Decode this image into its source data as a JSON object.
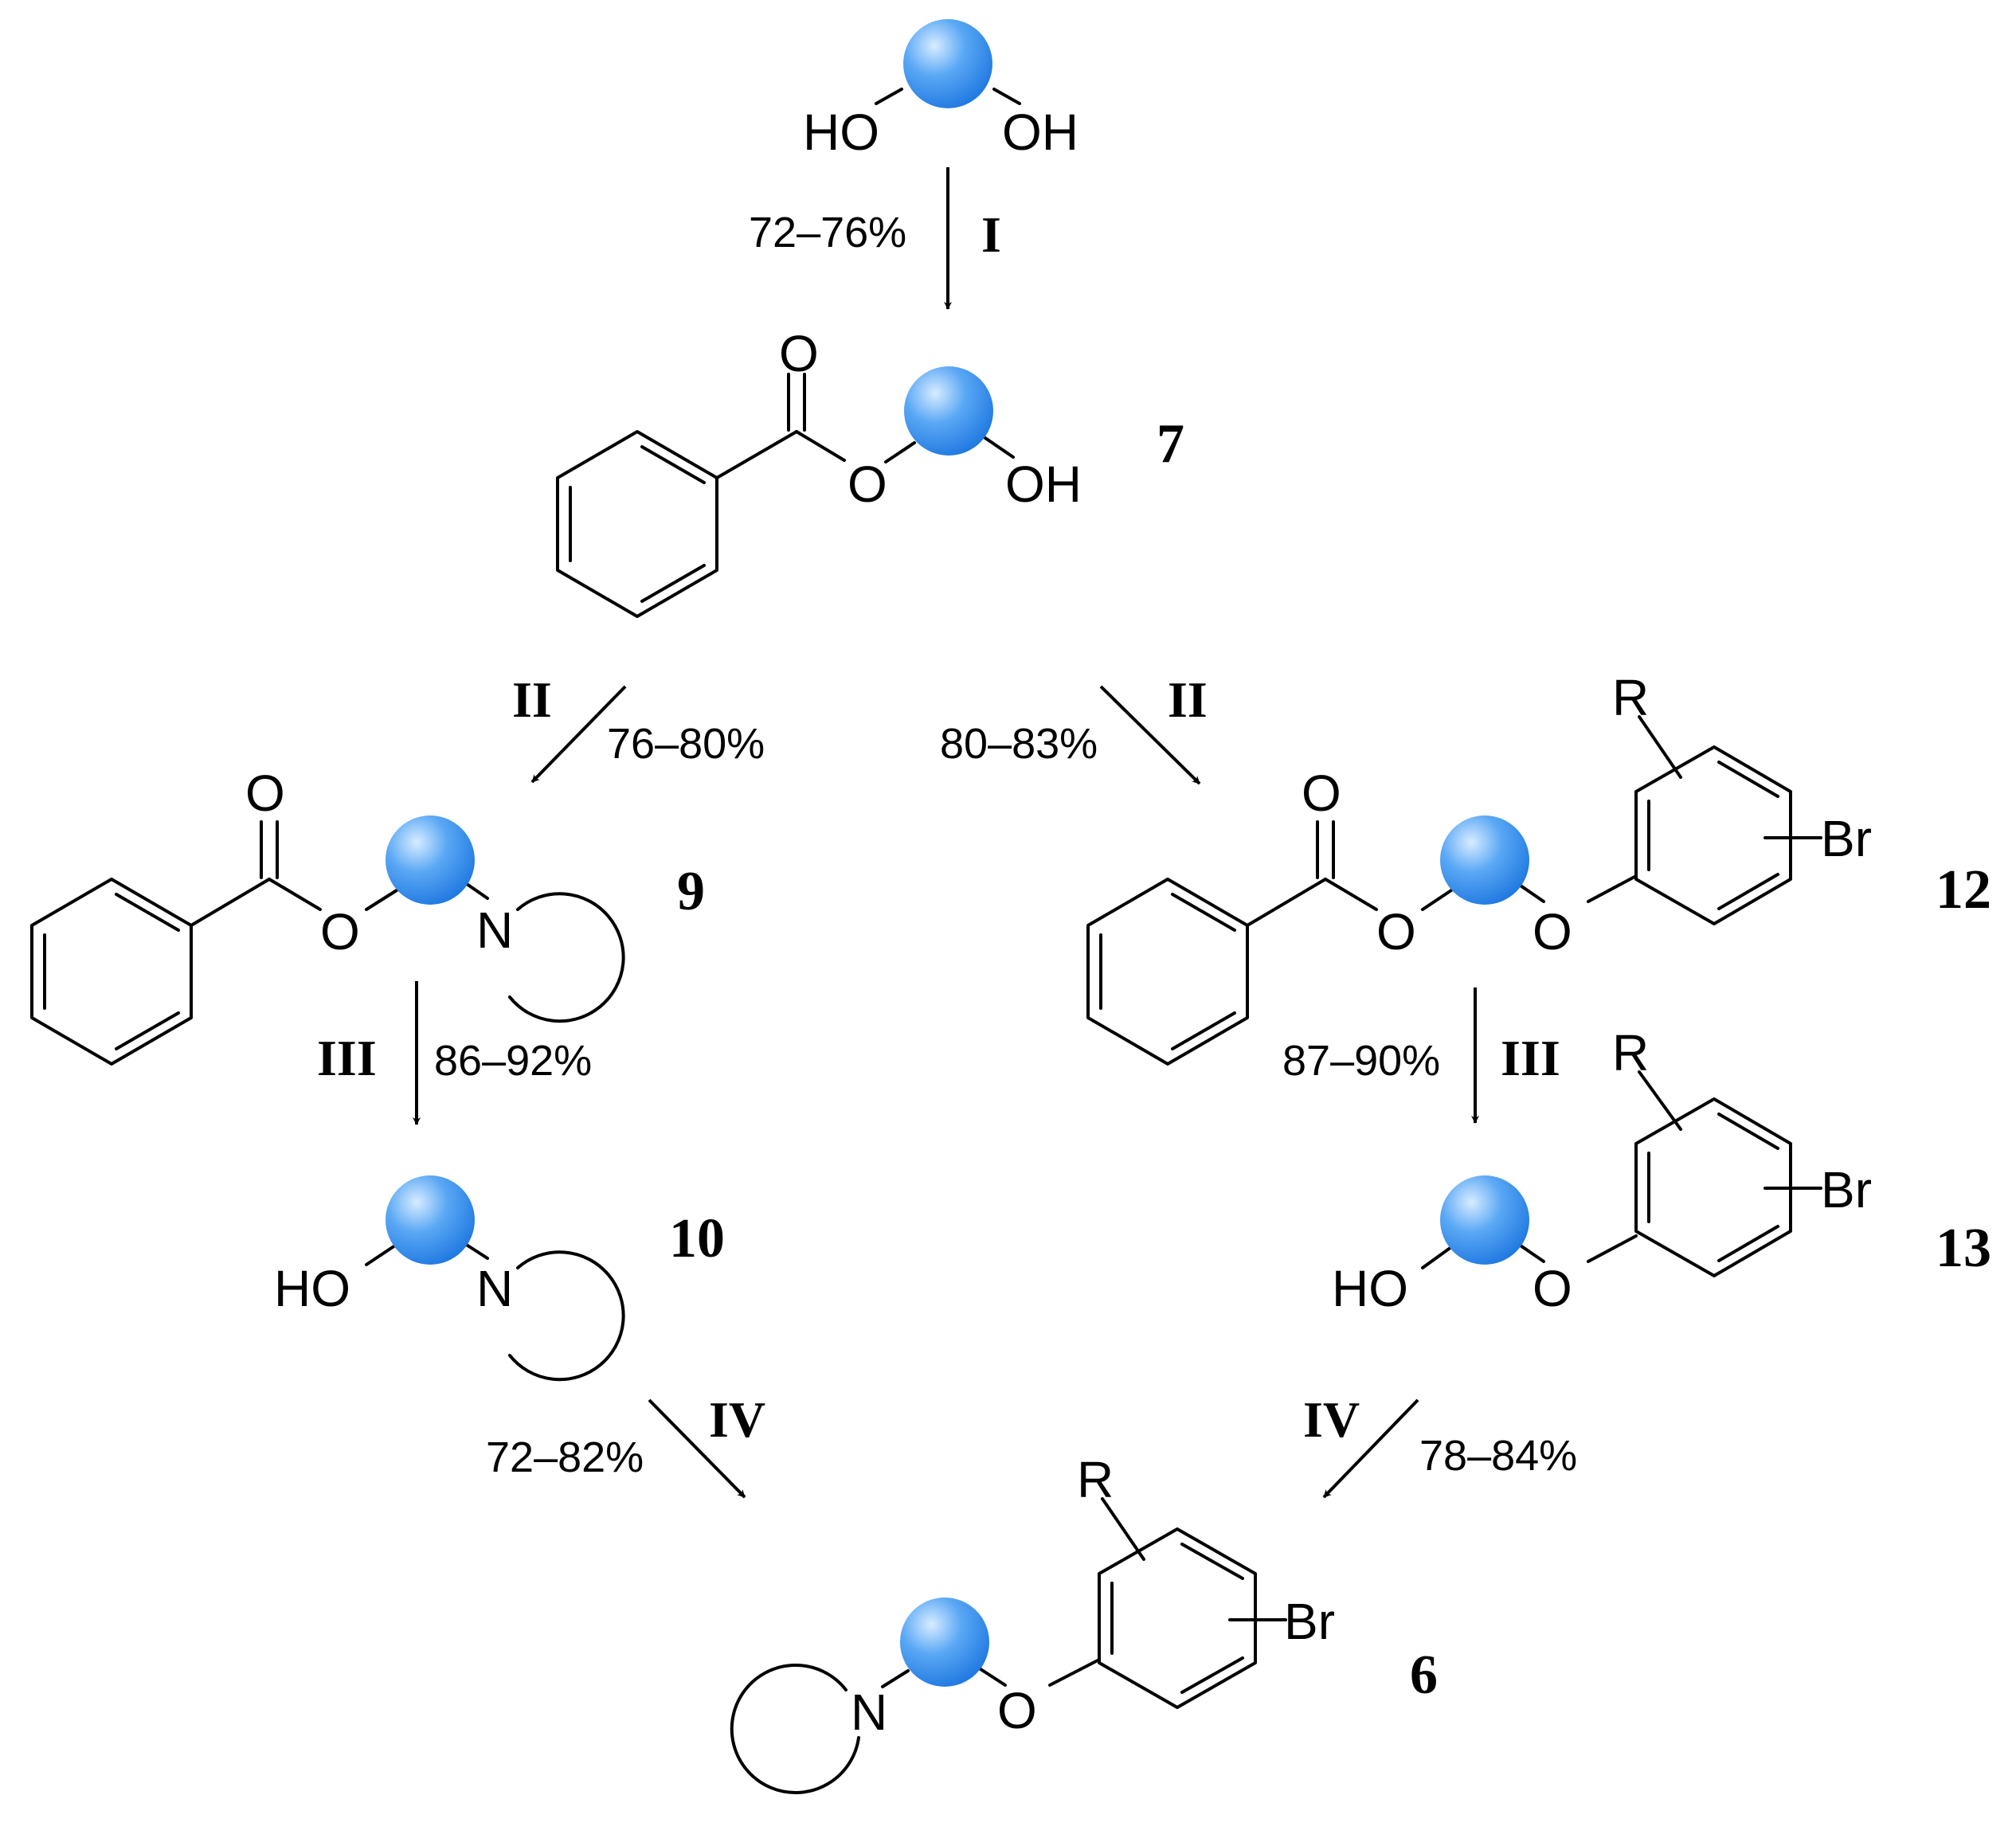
{
  "atoms": {
    "HO": "HO",
    "OH": "OH",
    "O": "O",
    "N": "N",
    "R": "R",
    "Br": "Br"
  },
  "compounds": {
    "c7": "7",
    "c9": "9",
    "c10": "10",
    "c12": "12",
    "c13": "13",
    "c6": "6"
  },
  "steps": {
    "s1": {
      "label": "I",
      "yield": "72–76%"
    },
    "s2a": {
      "label": "II",
      "yield": "76–80%"
    },
    "s2b": {
      "label": "II",
      "yield": "80–83%"
    },
    "s3a": {
      "label": "III",
      "yield": "86–92%"
    },
    "s3b": {
      "label": "III",
      "yield": "87–90%"
    },
    "s4a": {
      "label": "IV",
      "yield": "72–82%"
    },
    "s4b": {
      "label": "IV",
      "yield": "78–84%"
    }
  },
  "colors": {
    "sphere_light": "#d8ecff",
    "sphere_mid": "#5aa8f5",
    "sphere_dark": "#1f78e0"
  }
}
